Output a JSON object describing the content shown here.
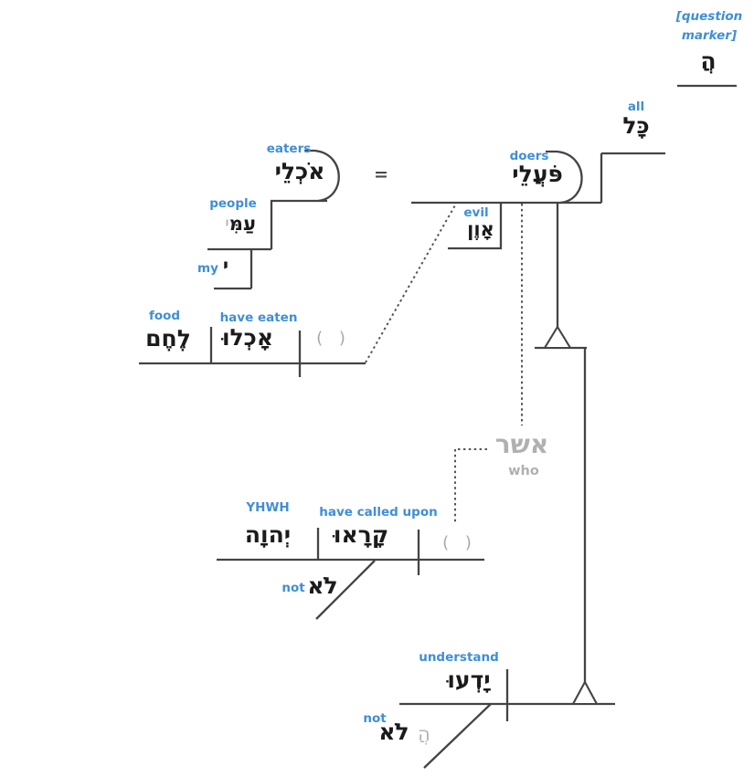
{
  "colors": {
    "label_blue": "#3f8ed6",
    "line_gray": "#444444",
    "ghost_gray": "#b5b5b5",
    "hebrew_ink": "#1b1b1b"
  },
  "question_marker": {
    "label": "[question marker]",
    "hebrew": "הֲ"
  },
  "nominal": {
    "all_gloss": "all",
    "all_hebrew": "כָּל",
    "doers_gloss": "doers",
    "doers_hebrew": "פֹּעֲלֵי",
    "evil_gloss": "evil",
    "evil_hebrew": "אָוֶן",
    "equals": "=",
    "eaters_gloss": "eaters",
    "eaters_hebrew": "אֹכְלֵי",
    "people_gloss": "people",
    "people_hebrew": "עַמִּ",
    "people_suffix_ghost": "י",
    "my_gloss": "my",
    "my_hebrew": "י"
  },
  "eaten_clause": {
    "object_gloss": "food",
    "object_hebrew": "לֶחֶם",
    "verb_gloss": "have eaten",
    "verb_hebrew": "אָכְלוּ",
    "implied_subject": "( )"
  },
  "relative_pronoun": {
    "hebrew": "אשר",
    "gloss": "who"
  },
  "called_clause": {
    "object_gloss": "YHWH",
    "object_hebrew": "יְהוָה",
    "verb_gloss": "have called upon",
    "verb_hebrew": "קָרָאוּ",
    "implied_subject": "( )",
    "negation_gloss": "not",
    "negation_hebrew": "לֹא"
  },
  "understand_clause": {
    "verb_gloss": "understand",
    "verb_hebrew": "יָדְעוּ",
    "negation_gloss": "not",
    "negation_hebrew": "לֹא",
    "negation_ghost": "הֲ"
  }
}
